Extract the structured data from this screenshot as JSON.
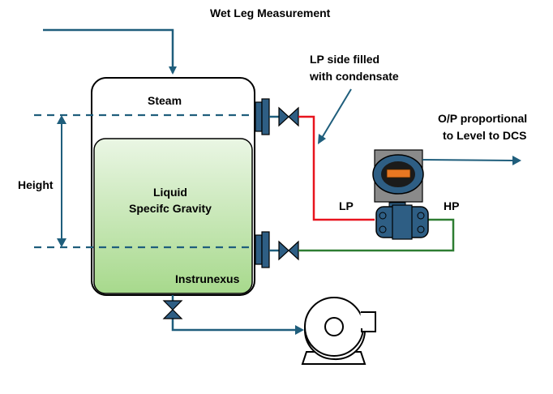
{
  "title": "Wet Leg Measurement",
  "labels": {
    "steam": "Steam",
    "liquid_line1": "Liquid",
    "liquid_line2": "Specifc Gravity",
    "height": "Height",
    "watermark": "Instrunexus",
    "lp_note_line1": "LP side filled",
    "lp_note_line2": "with condensate",
    "output_line1": "O/P proportional",
    "output_line2": "to Level to DCS",
    "lp": "LP",
    "hp": "HP"
  },
  "colors": {
    "process_line": "#1F5E7C",
    "lp_impulse_line": "#E8141E",
    "hp_impulse_line": "#2E7D32",
    "liquid_top": "#EAF6E4",
    "liquid_bottom": "#A7D98C",
    "transmitter_body": "#2E5E84",
    "transmitter_head": "#8A8A8A",
    "display": "#E87722"
  },
  "icons": [
    "gate-valve-icon",
    "centrifugal-pump-icon",
    "dp-transmitter-icon",
    "arrow-icon"
  ]
}
